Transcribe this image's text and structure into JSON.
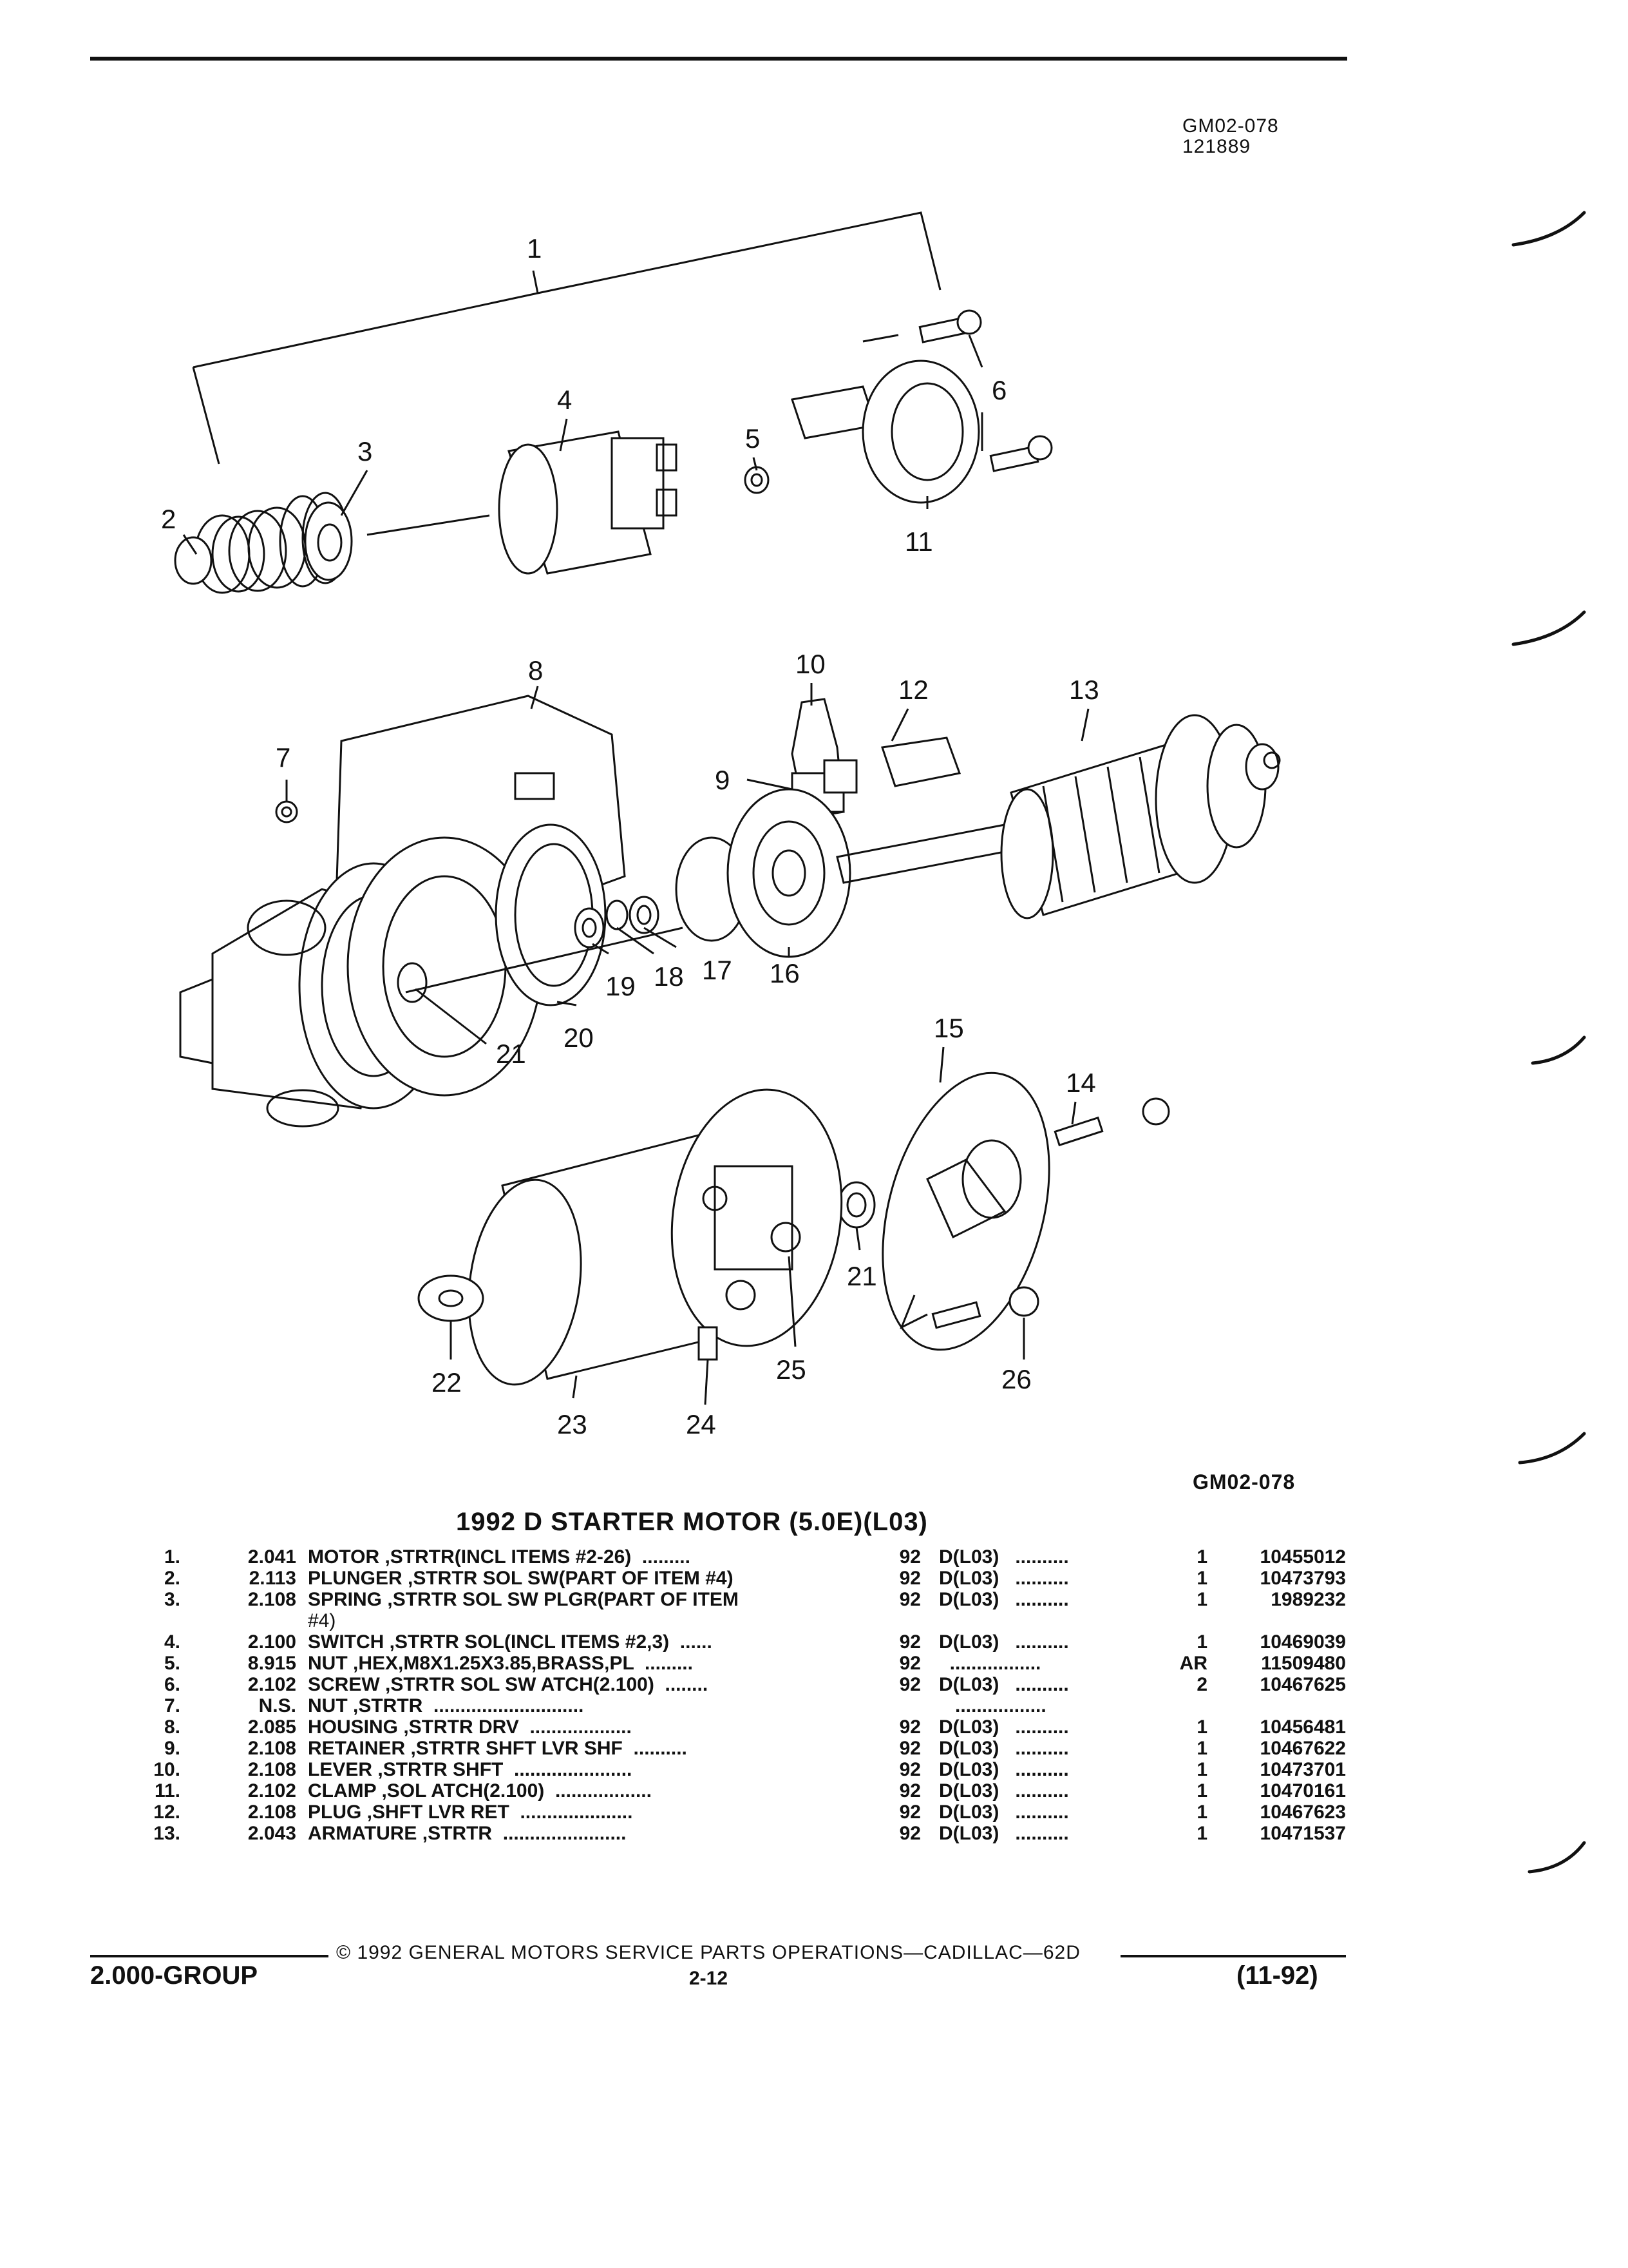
{
  "header": {
    "ref_line1": "GM02-078",
    "ref_line2": "121889"
  },
  "figure": {
    "ref_label": "GM02-078",
    "callouts": [
      "1",
      "2",
      "3",
      "4",
      "5",
      "6",
      "7",
      "8",
      "9",
      "10",
      "11",
      "12",
      "13",
      "14",
      "15",
      "16",
      "17",
      "18",
      "19",
      "20",
      "21",
      "21",
      "22",
      "23",
      "24",
      "25",
      "26"
    ]
  },
  "table": {
    "title": "1992 D STARTER MOTOR (5.0E)(L03)",
    "rows": [
      {
        "num": "1.",
        "group": "2.041",
        "desc": "MOTOR ,STRTR(INCL ITEMS #2-26)  .........",
        "year": "92",
        "app": "D(L03)   ..........",
        "qty": "1",
        "part": "10455012"
      },
      {
        "num": "2.",
        "group": "2.113",
        "desc": "PLUNGER ,STRTR SOL SW(PART OF ITEM #4)",
        "year": "92",
        "app": "D(L03)   ..........",
        "qty": "1",
        "part": "10473793"
      },
      {
        "num": "3.",
        "group": "2.108",
        "desc": "SPRING ,STRTR SOL SW PLGR(PART OF ITEM",
        "desc2": "#4)",
        "year": "92",
        "app": "D(L03)   ..........",
        "qty": "1",
        "part": "1989232"
      },
      {
        "num": "4.",
        "group": "2.100",
        "desc": "SWITCH ,STRTR SOL(INCL ITEMS #2,3)  ......",
        "year": "92",
        "app": "D(L03)   ..........",
        "qty": "1",
        "part": "10469039"
      },
      {
        "num": "5.",
        "group": "8.915",
        "desc": "NUT ,HEX,M8X1.25X3.85,BRASS,PL  .........",
        "year": "92",
        "app": "  .................",
        "qty": "AR",
        "part": "11509480"
      },
      {
        "num": "6.",
        "group": "2.102",
        "desc": "SCREW ,STRTR SOL SW ATCH(2.100)  ........",
        "year": "92",
        "app": "D(L03)   ..........",
        "qty": "2",
        "part": "10467625"
      },
      {
        "num": "7.",
        "group": "N.S.",
        "desc": "NUT ,STRTR  ............................",
        "year": "",
        "app": "   .................",
        "qty": "",
        "part": ""
      },
      {
        "num": "8.",
        "group": "2.085",
        "desc": "HOUSING ,STRTR DRV  ...................",
        "year": "92",
        "app": "D(L03)   ..........",
        "qty": "1",
        "part": "10456481"
      },
      {
        "num": "9.",
        "group": "2.108",
        "desc": "RETAINER ,STRTR SHFT LVR SHF  ..........",
        "year": "92",
        "app": "D(L03)   ..........",
        "qty": "1",
        "part": "10467622"
      },
      {
        "num": "10.",
        "group": "2.108",
        "desc": "LEVER ,STRTR SHFT  ......................",
        "year": "92",
        "app": "D(L03)   ..........",
        "qty": "1",
        "part": "10473701"
      },
      {
        "num": "11.",
        "group": "2.102",
        "desc": "CLAMP ,SOL ATCH(2.100)  ..................",
        "year": "92",
        "app": "D(L03)   ..........",
        "qty": "1",
        "part": "10470161"
      },
      {
        "num": "12.",
        "group": "2.108",
        "desc": "PLUG ,SHFT LVR RET  .....................",
        "year": "92",
        "app": "D(L03)   ..........",
        "qty": "1",
        "part": "10467623"
      },
      {
        "num": "13.",
        "group": "2.043",
        "desc": "ARMATURE ,STRTR  .......................",
        "year": "92",
        "app": "D(L03)   ..........",
        "qty": "1",
        "part": "10471537"
      }
    ]
  },
  "footer": {
    "copyright": "© 1992 GENERAL MOTORS SERVICE PARTS OPERATIONS—CADILLAC—62D",
    "group": "2.000-GROUP",
    "page": "2-12",
    "date": "(11-92)"
  }
}
